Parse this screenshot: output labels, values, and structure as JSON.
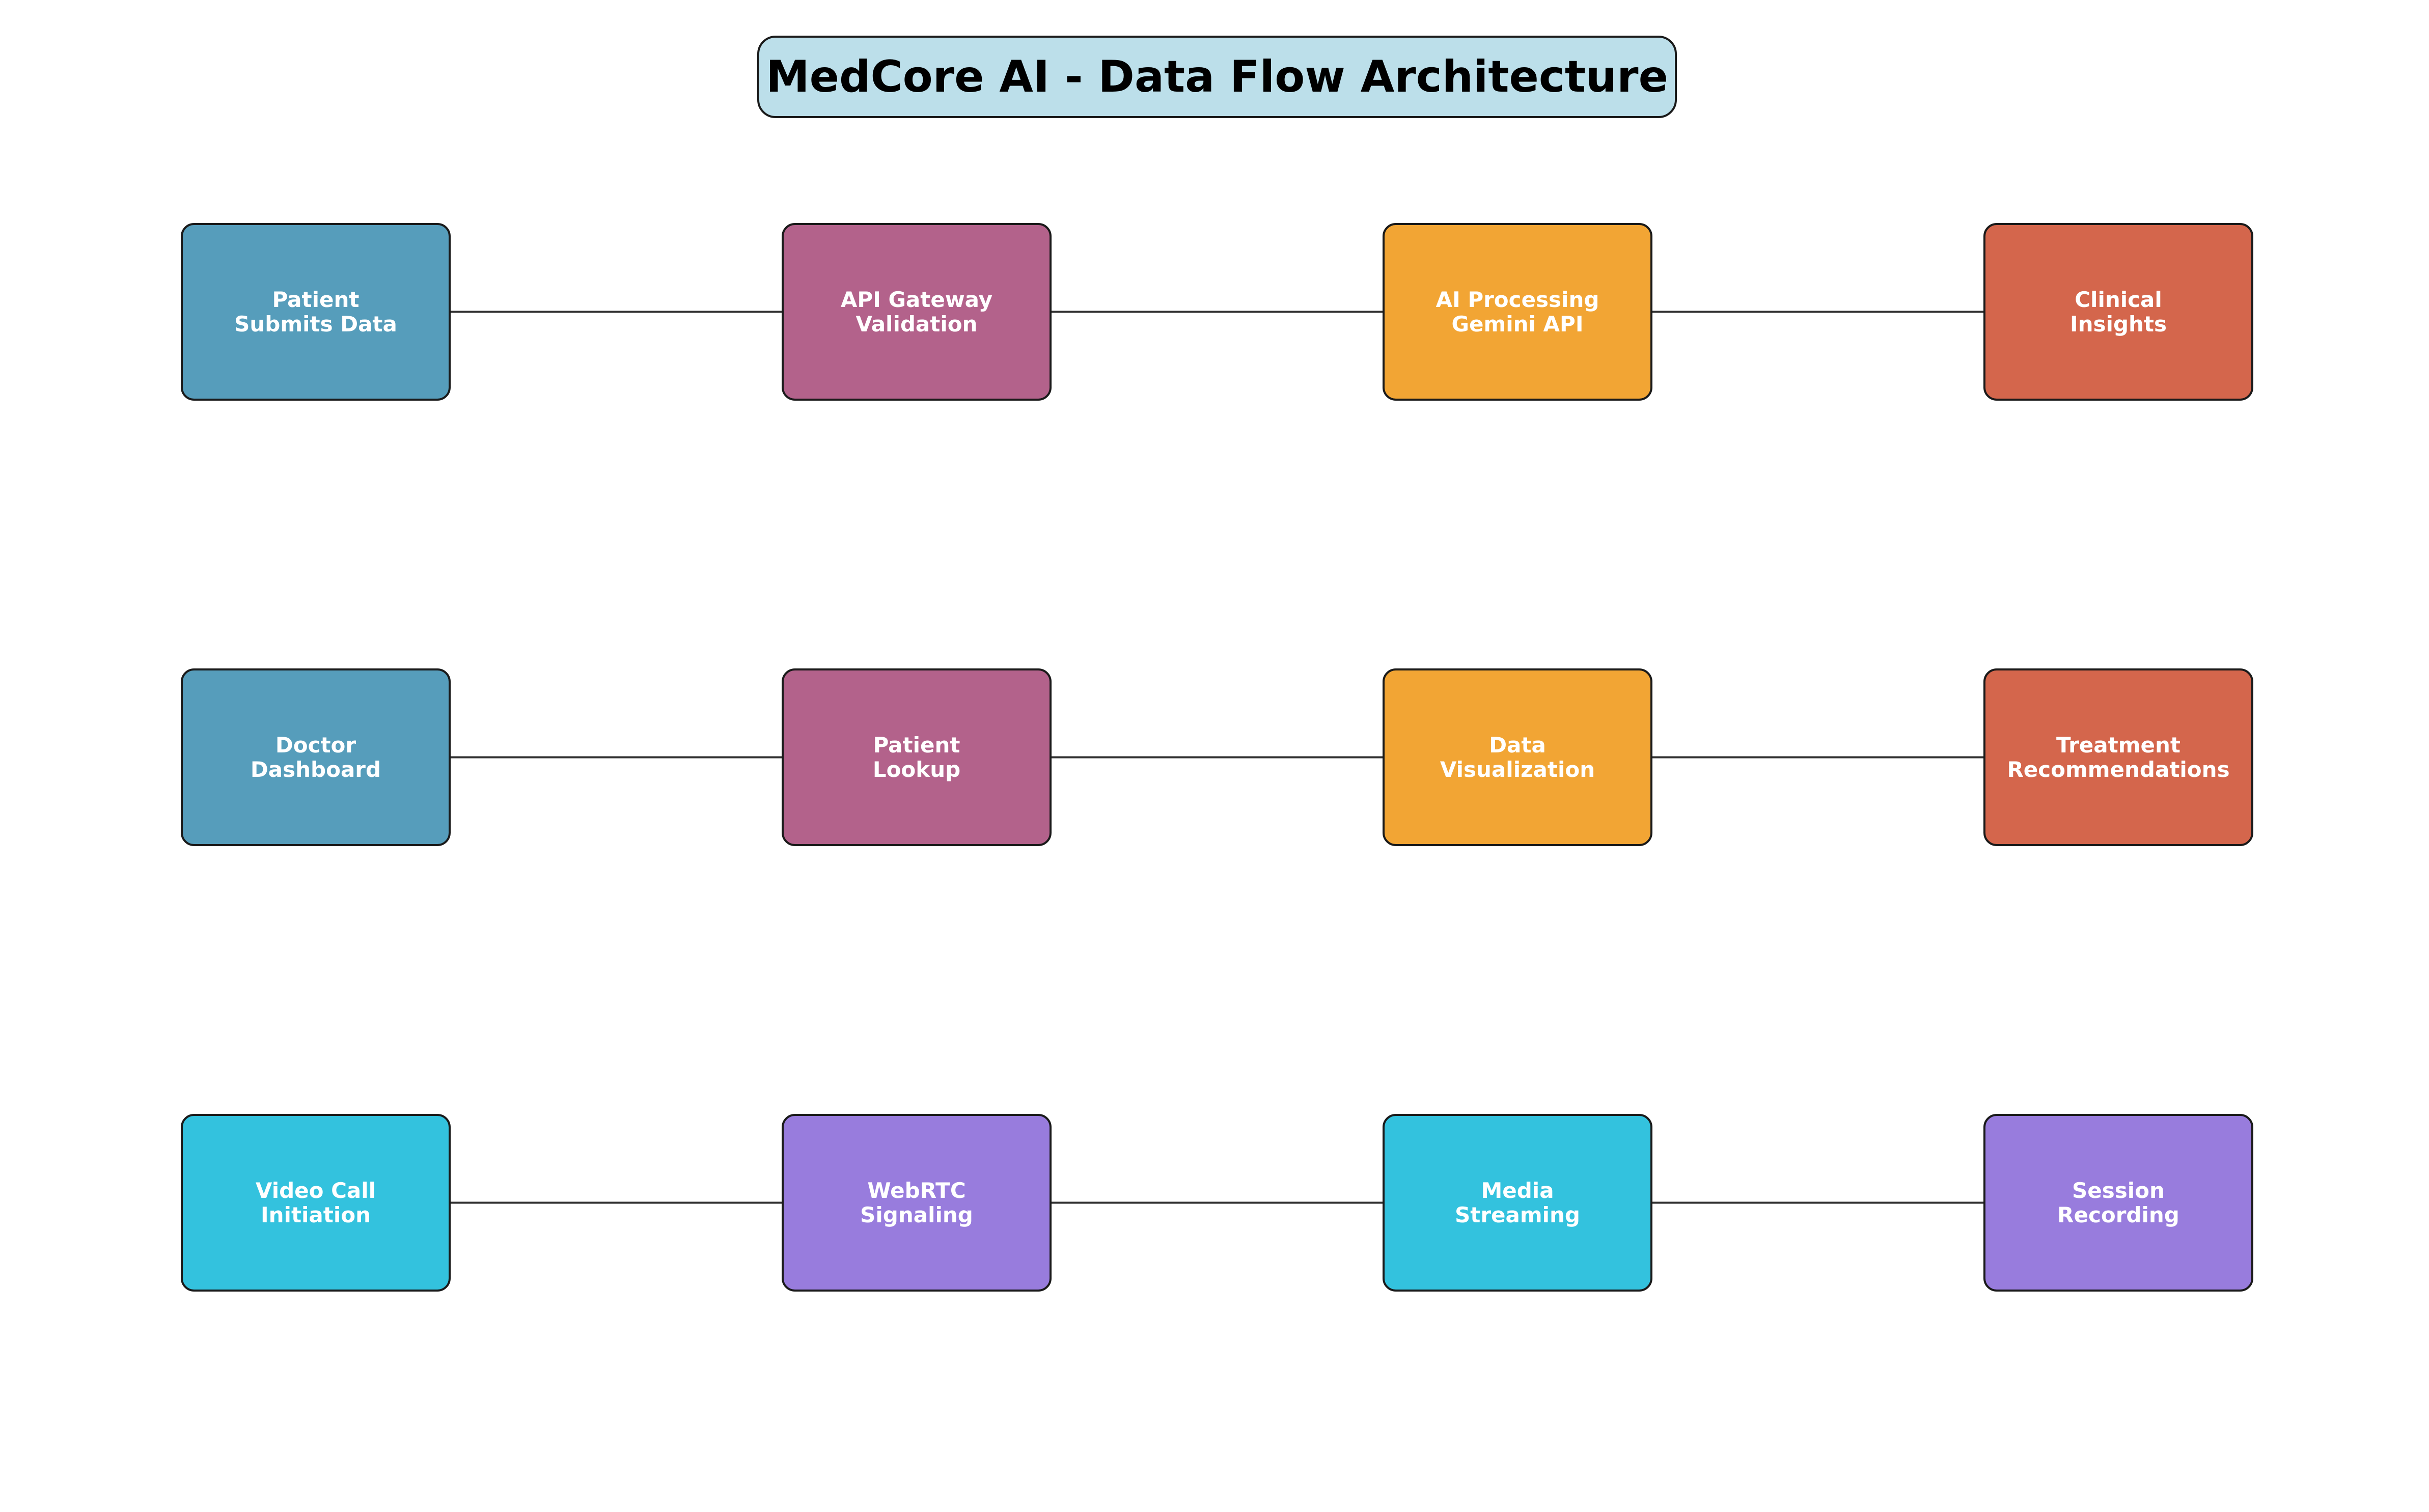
{
  "title": "MedCore AI - Data Flow Architecture",
  "rows": [
    {
      "nodes": [
        {
          "label": "Patient\nSubmits Data",
          "color": "#569dbb"
        },
        {
          "label": "API Gateway\nValidation",
          "color": "#b3628b"
        },
        {
          "label": "AI Processing\nGemini API",
          "color": "#f2a534"
        },
        {
          "label": "Clinical\nInsights",
          "color": "#d4664c"
        }
      ]
    },
    {
      "nodes": [
        {
          "label": "Doctor\nDashboard",
          "color": "#569dbb"
        },
        {
          "label": "Patient\nLookup",
          "color": "#b3628b"
        },
        {
          "label": "Data\nVisualization",
          "color": "#f2a534"
        },
        {
          "label": "Treatment\nRecommendations",
          "color": "#d4664c"
        }
      ]
    },
    {
      "nodes": [
        {
          "label": "Video Call\nInitiation",
          "color": "#33c2de"
        },
        {
          "label": "WebRTC\nSignaling",
          "color": "#987cdd"
        },
        {
          "label": "Media\nStreaming",
          "color": "#33c2de"
        },
        {
          "label": "Session\nRecording",
          "color": "#987cdd"
        }
      ]
    }
  ]
}
